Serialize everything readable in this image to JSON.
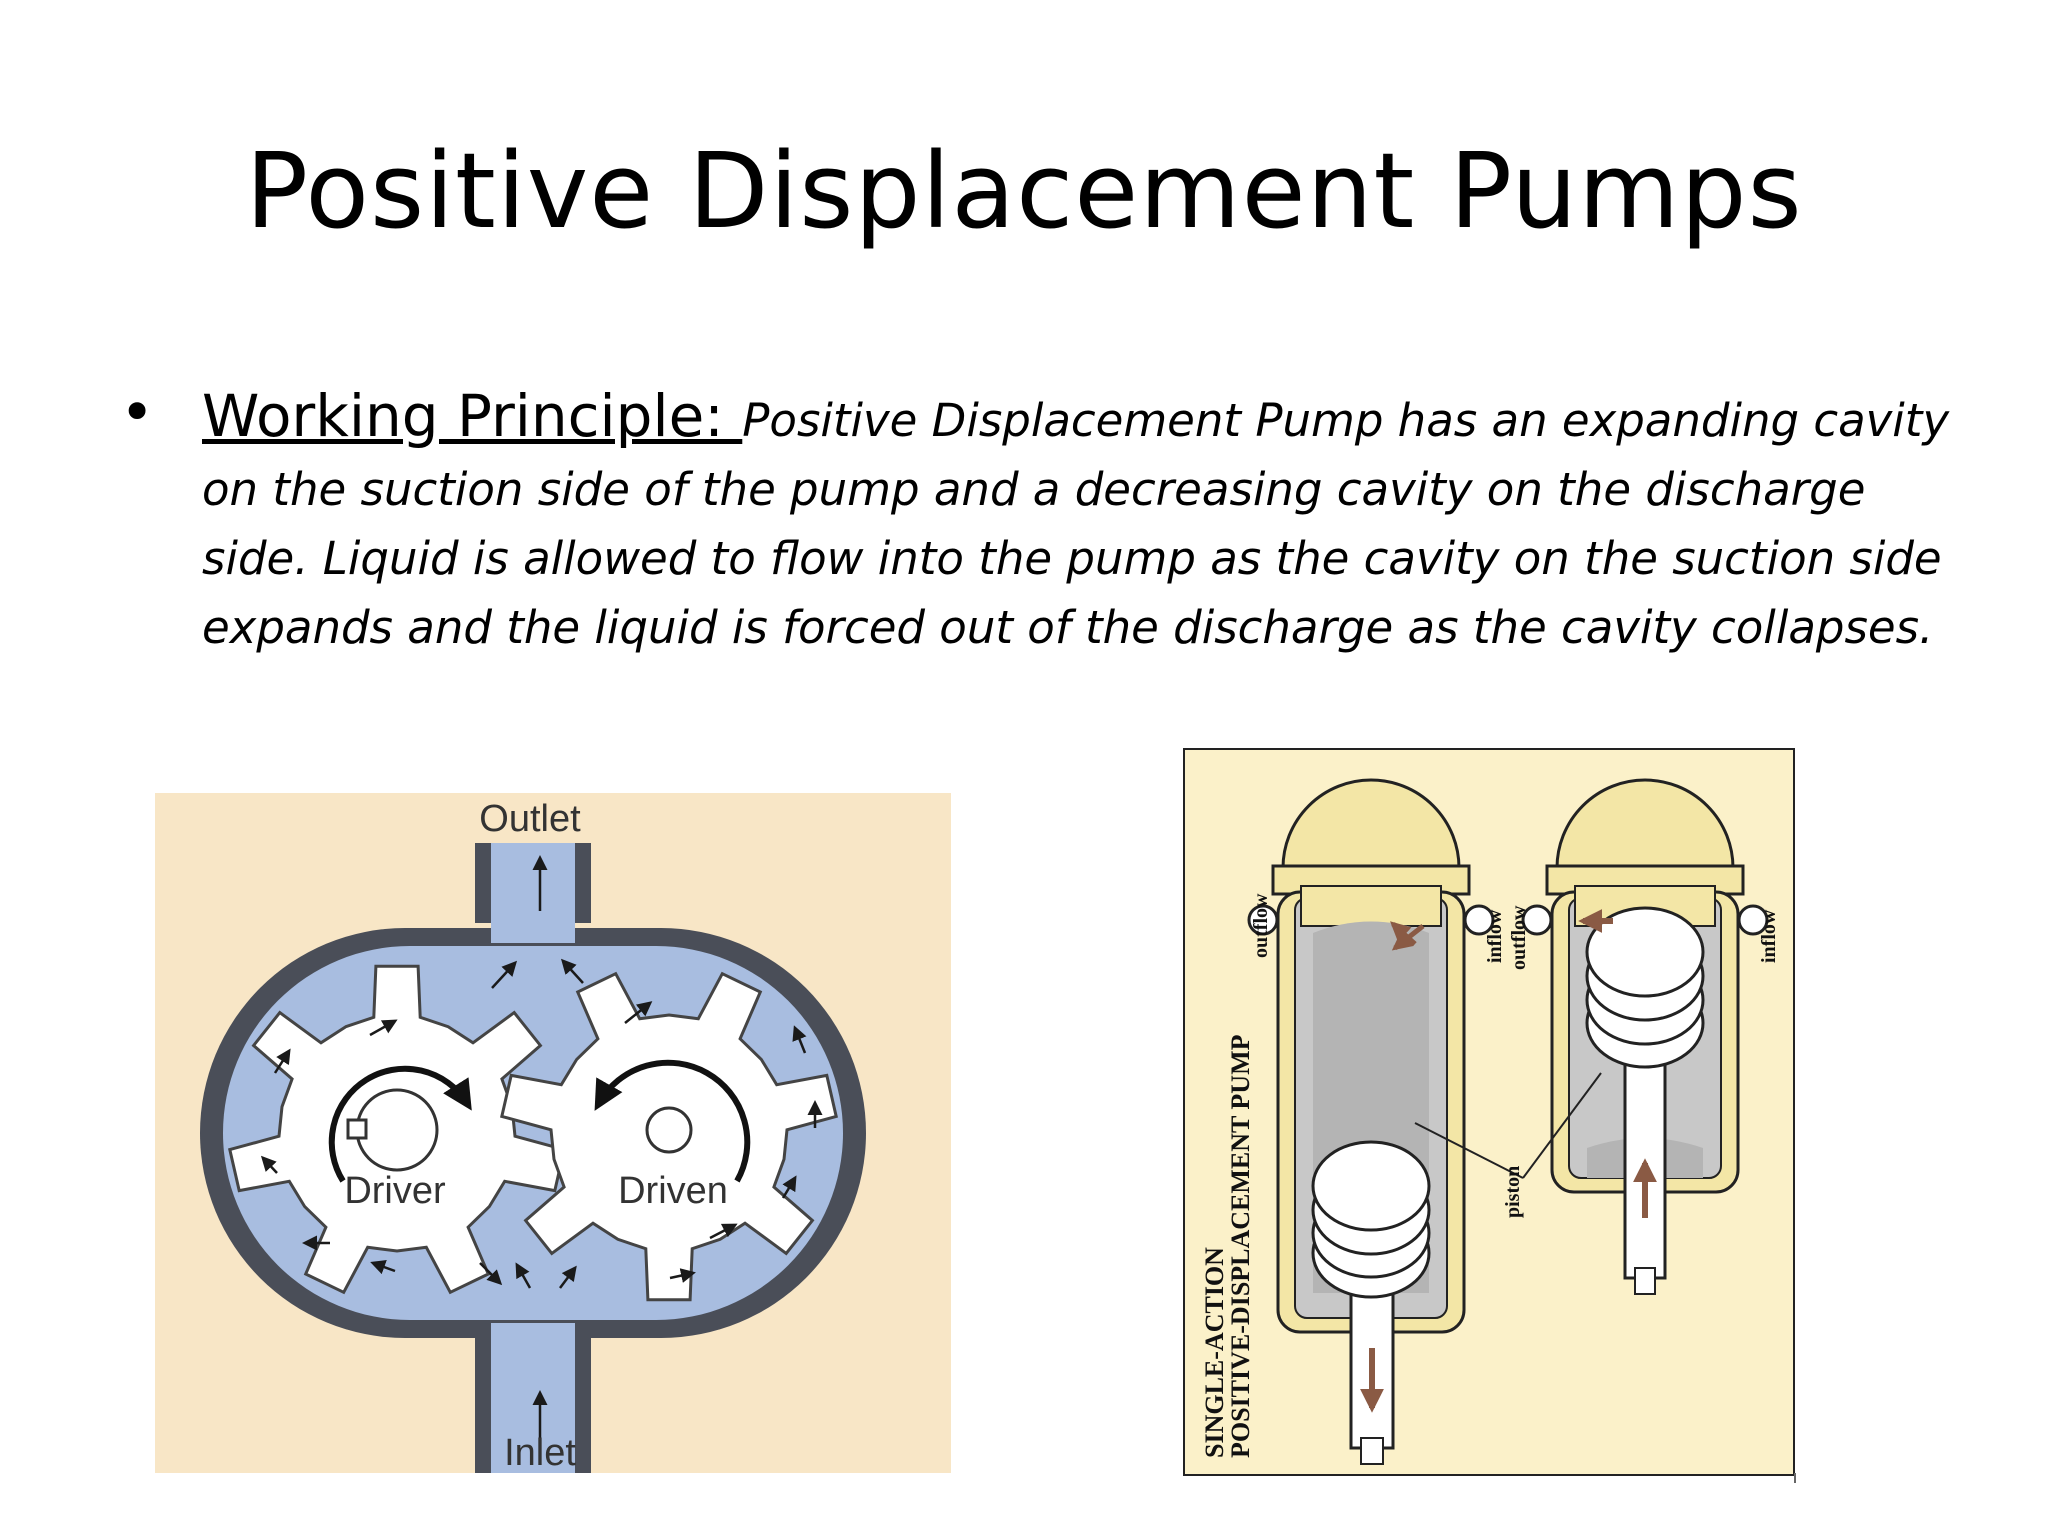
{
  "slide": {
    "title": "Positive Displacement Pumps",
    "bullet_char": "•",
    "lead": "Working Principle: ",
    "body": "Positive Displacement Pump has an expanding cavity on the suction side of the pump and a decreasing cavity on the discharge side. Liquid is allowed to flow into the pump as the cavity on the suction side expands and the liquid is forced out of the discharge as the cavity collapses."
  },
  "gear_pump": {
    "outlet": "Outlet",
    "inlet": "Inlet",
    "driver": "Driver",
    "driven": "Driven",
    "colors": {
      "background": "#f8e6c6",
      "fluid": "#a8bde0",
      "casing": "#4a4e58",
      "gear": "#ffffff"
    }
  },
  "piston_pump": {
    "title_line1": "SINGLE-ACTION",
    "title_line2": "POSITIVE-DISPLACEMENT PUMP",
    "outflow": "outflow",
    "inflow": "inflow",
    "piston": "piston",
    "colors": {
      "background": "#fbf1c9",
      "body": "#f3e6a6",
      "arrow": "#8a5a44"
    }
  }
}
